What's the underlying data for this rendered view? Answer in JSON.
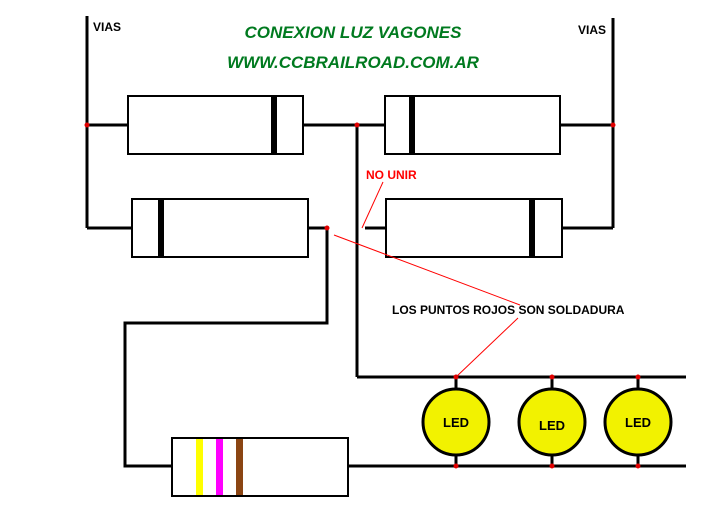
{
  "title": "CONEXION LUZ VAGONES",
  "url": "WWW.CCBRAILROAD.COM.AR",
  "label_vias_left": "VIAS",
  "label_vias_right": "VIAS",
  "label_no_unir": "NO UNIR",
  "label_solder_note": "LOS PUNTOS ROJOS SON SOLDADURA",
  "led_labels": [
    "LED",
    "LED",
    "LED"
  ],
  "colors": {
    "title": "#007a1f",
    "wire": "#000000",
    "solder": "#e00000",
    "annotation": "#ff0000",
    "led_fill": "#f2f200",
    "resistor_band_1": "#ffff00",
    "resistor_band_2": "#ff00ff",
    "resistor_band_3": "#8b4513"
  }
}
